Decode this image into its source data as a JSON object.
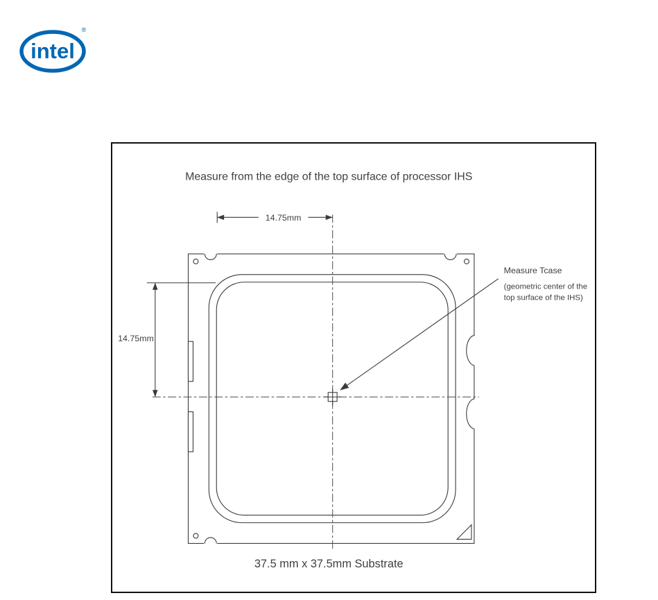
{
  "logo": {
    "text": "intel",
    "registered": "®",
    "color": "#0067b4"
  },
  "figure": {
    "title": "Measure from the edge of the top surface of processor IHS",
    "caption": "37.5 mm x 37.5mm Substrate",
    "dimensions": {
      "horizontal": "14.75mm",
      "vertical": "14.75mm"
    },
    "annotation": {
      "line1": "Measure Tcase",
      "line2": "(geometric center of the",
      "line3": "top surface of the IHS)"
    },
    "colors": {
      "line": "#3a3a3a",
      "text": "#3f3f3f"
    }
  }
}
